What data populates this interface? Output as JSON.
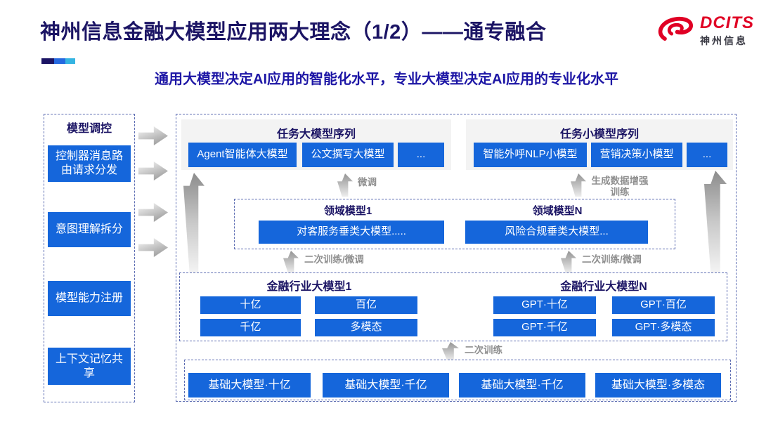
{
  "header": {
    "title": "神州信息金融大模型应用两大理念（1/2）——通专融合",
    "subtitle": "通用大模型决定AI应用的智能化水平，专业大模型决定AI应用的专业化水平",
    "logo": {
      "brand": "DCITS",
      "brand_cn": "神州信息"
    }
  },
  "colors": {
    "accent_blue": "#1566db",
    "title_navy": "#1b1464",
    "subtitle_blue": "#1d16a5",
    "logo_red": "#e00024",
    "label_gray": "#8f8f8f",
    "bar_segments": [
      "#1b1464",
      "#2569e0",
      "#35b4e2"
    ]
  },
  "sidebar": {
    "title": "模型调控",
    "items": [
      "控制器消息路由请求分发",
      "意图理解拆分",
      "模型能力注册",
      "上下文记忆共享"
    ]
  },
  "main": {
    "task_large": {
      "title": "任务大模型序列",
      "items": [
        "Agent智能体大模型",
        "公文撰写大模型",
        "..."
      ]
    },
    "task_small": {
      "title": "任务小模型序列",
      "items": [
        "智能外呼NLP小模型",
        "营销决策小模型",
        "..."
      ]
    },
    "labels": {
      "finetune": "微调",
      "gen_data": "生成数据增强训练",
      "secondary_training_finetune": "二次训练/微调",
      "secondary_training": "二次训练"
    },
    "domain": {
      "left": {
        "title": "领域模型1",
        "box": "对客服务垂类大模型....."
      },
      "right": {
        "title": "领域模型N",
        "box": "风险合规垂类大模型..."
      }
    },
    "industry": {
      "left": {
        "title": "金融行业大模型1",
        "items": [
          "十亿",
          "百亿",
          "千亿",
          "多模态"
        ]
      },
      "right": {
        "title": "金融行业大模型N",
        "items": [
          "GPT·十亿",
          "GPT·百亿",
          "GPT·千亿",
          "GPT·多模态"
        ]
      }
    },
    "base": {
      "items": [
        "基础大模型·十亿",
        "基础大模型·千亿",
        "基础大模型·千亿",
        "基础大模型·多模态"
      ]
    }
  }
}
